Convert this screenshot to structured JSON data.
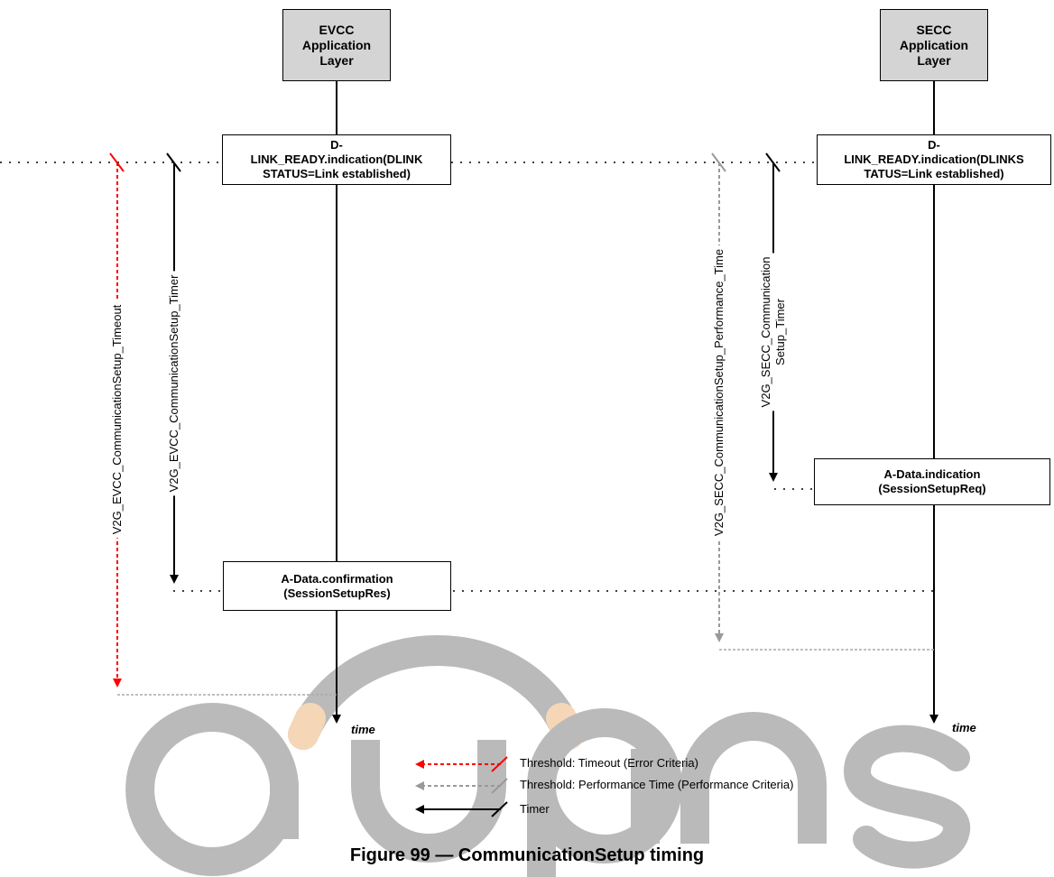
{
  "lifelines": {
    "evcc_header": "EVCC\nApplication\nLayer",
    "secc_header": "SECC\nApplication\nLayer",
    "evcc_time": "time",
    "secc_time": "time"
  },
  "events": {
    "evcc_link_ready": "D-\nLINK_READY.indication(DLINK\nSTATUS=Link established)",
    "secc_link_ready": "D-\nLINK_READY.indication(DLINKS\nTATUS=Link established)",
    "secc_data_indication": "A-Data.indication\n(SessionSetupReq)",
    "evcc_data_confirmation": "A-Data.confirmation\n(SessionSetupRes)"
  },
  "timers": {
    "evcc_timeout": "V2G_EVCC_CommunicationSetup_Timeout",
    "evcc_timer": "V2G_EVCC_CommunicationSetup_Timer",
    "secc_performance": "V2G_SECC_CommunicationSetup_Performance_Time",
    "secc_timer": "V2G_SECC_Communication\nSetup_Timer"
  },
  "legend": {
    "timeout": "Threshold: Timeout (Error Criteria)",
    "performance": "Threshold: Performance Time (Performance Criteria)",
    "timer": "Timer"
  },
  "watermark": "aupins",
  "caption": "Figure 99 — CommunicationSetup timing",
  "colors": {
    "timeout": "#ff0000",
    "performance": "#999999",
    "timer": "#000000",
    "header_fill": "#d4d4d4",
    "watermark": "#b3b3b3",
    "watermark_accent": "#f5d3b0"
  }
}
